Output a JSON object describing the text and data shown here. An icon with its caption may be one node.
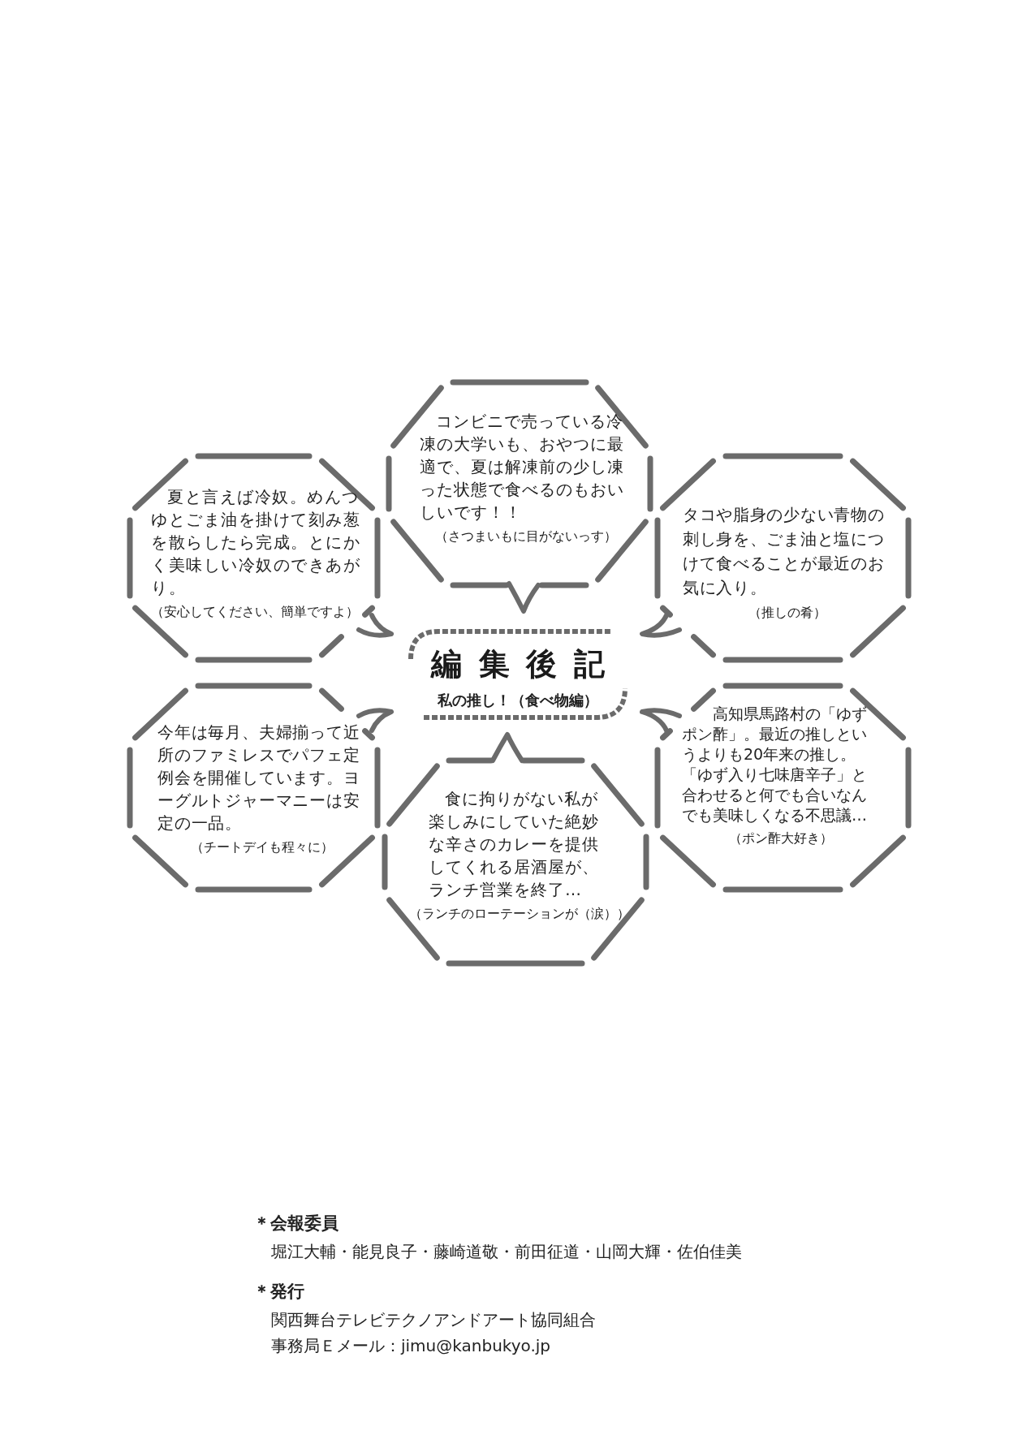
{
  "diagram": {
    "nodes": [
      {
        "text": [
          "コンビニで売っている冷凍の大学いも、おやつに最適で、夏は解凍前の少し凍った状態で食べるのもおいしいです！！",
          "（さつまいもに目がないっす）"
        ]
      },
      {
        "text": [
          "夏と言えば冷奴。めんつゆとごま油を掛けて刻み葱を散らしたら完成。とにかく美味しい冷奴のできあがり。",
          "（安心してください、簡単ですよ）"
        ]
      },
      {
        "text": [
          "タコや脂身の少ない青物の刺し身を、ごま油と塩につけて食べることが最近のお気に入り。",
          "（推しの肴）"
        ]
      },
      {
        "text": [
          "編集後記",
          "私の推し！（食べ物編）"
        ]
      },
      {
        "text": [
          "今年は毎月、夫婦揃って近所のファミレスでパフェ定例会を開催しています。ヨーグルトジャーマニーは安定の一品。",
          "（チートデイも程々に）"
        ]
      },
      {
        "text": [
          "高知県馬路村の「ゆずポン酢」。最近の推しというよりも20年来の推し。「ゆず入り七味唐辛子」と合わせると何でも合いなんでも美味しくなる不思議…",
          "（ポン酢大好き）"
        ]
      },
      {
        "text": [
          "食に拘りがない私が楽しみにしていた絶妙な辛さのカレーを提供してくれる居酒屋が、ランチ営業を終了…",
          "（ランチのローテーションが（涙））"
        ]
      }
    ],
    "labels": [
      "＊会報委員",
      "堀江大輔・能見良子・藤崎道敬・前田征道・山岡大輝・佐伯佳美",
      "＊発行",
      "関西舞台テレビテクノアンドアート協同組合",
      "事務局Ｅメール：jimu@kanbukyo.jp"
    ]
  }
}
